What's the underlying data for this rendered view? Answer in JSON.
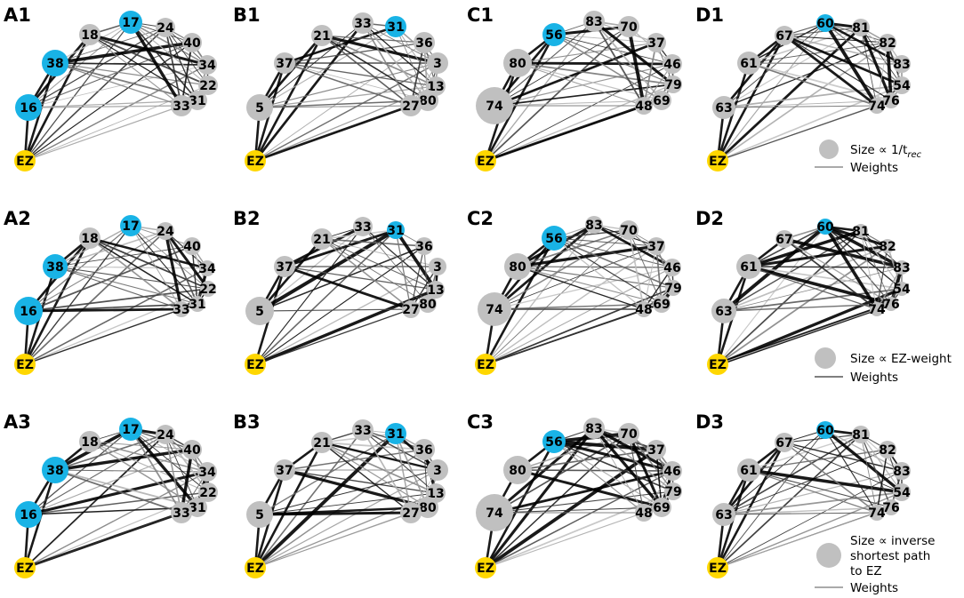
{
  "colors": {
    "ez": "#FFD700",
    "highlight": "#19B3E6",
    "node": "#C0C0C0"
  },
  "panel_labels": [
    "A1",
    "B1",
    "C1",
    "D1",
    "A2",
    "B2",
    "C2",
    "D2",
    "A3",
    "B3",
    "C3",
    "D3"
  ],
  "legends": [
    {
      "size_label_prefix": "Size ∝ 1/t",
      "size_label_sub": "rec",
      "weights_label": "Weights"
    },
    {
      "size_label": "Size ∝ EZ-weight",
      "weights_label": "Weights"
    },
    {
      "size_label_lines": [
        "Size ∝ inverse",
        "shortest path",
        "to EZ"
      ],
      "weights_label": "Weights"
    }
  ],
  "groups": {
    "A": {
      "nodes": [
        "EZ",
        "16",
        "38",
        "18",
        "17",
        "24",
        "40",
        "34",
        "22",
        "31",
        "33"
      ],
      "highlighted": [
        "16",
        "38",
        "17"
      ]
    },
    "B": {
      "nodes": [
        "EZ",
        "5",
        "37",
        "21",
        "33",
        "31",
        "36",
        "3",
        "13",
        "80",
        "27"
      ],
      "highlighted": [
        "31"
      ]
    },
    "C": {
      "nodes": [
        "EZ",
        "74",
        "80",
        "56",
        "83",
        "70",
        "37",
        "46",
        "79",
        "69",
        "48"
      ],
      "highlighted": [
        "56"
      ]
    },
    "D": {
      "nodes": [
        "EZ",
        "63",
        "61",
        "67",
        "60",
        "81",
        "82",
        "83",
        "54",
        "76",
        "74"
      ],
      "highlighted": [
        "60"
      ]
    }
  }
}
